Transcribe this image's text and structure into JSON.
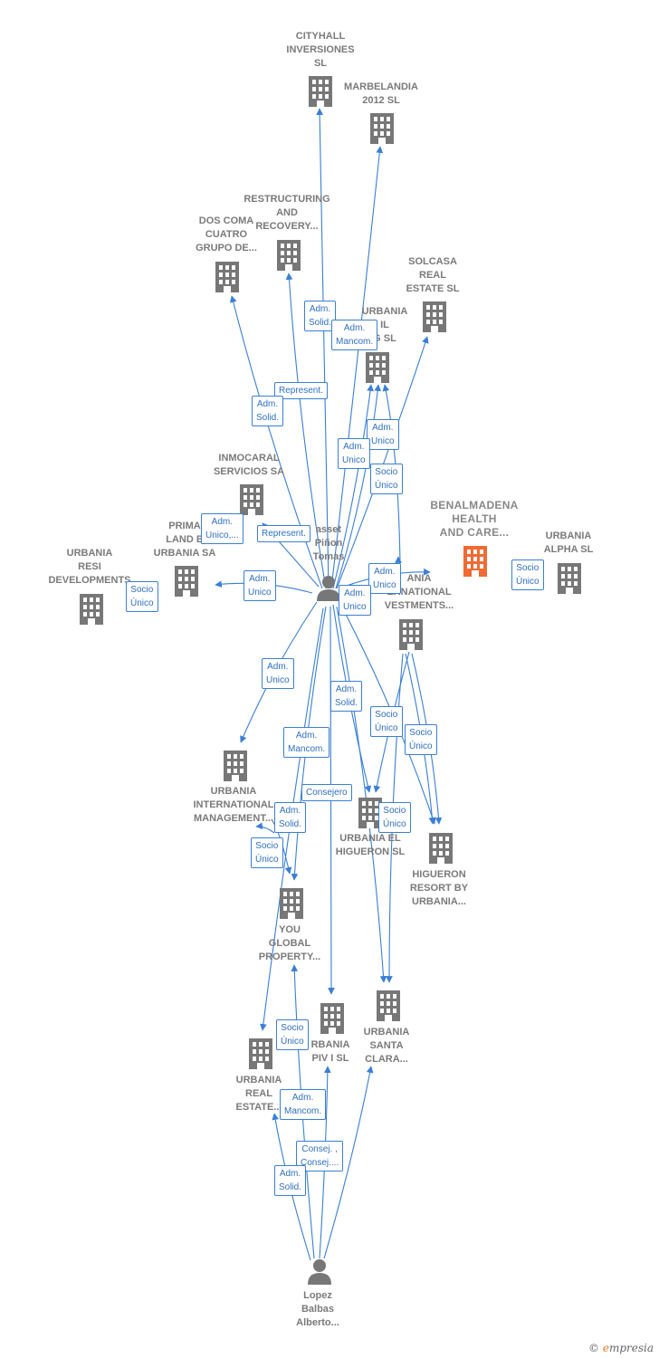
{
  "companies": [
    {
      "id": "cityhall",
      "label": "CITYHALL\nINVERSIONES\nSL"
    },
    {
      "id": "marbelandia",
      "label": "MARBELANDIA\n2012 SL"
    },
    {
      "id": "restructuring",
      "label": "RESTRUCTURING\nAND\nRECOVERY..."
    },
    {
      "id": "doscoma",
      "label": "DOS COMA\nCUATRO\nGRUPO DE..."
    },
    {
      "id": "solcasa",
      "label": "SOLCASA\nREAL\nESTATE  SL"
    },
    {
      "id": "urbaniail",
      "label": "URBANIA\nIL\nG  SL"
    },
    {
      "id": "inmocaral",
      "label": "INMOCARAL\nSERVICIOS SA"
    },
    {
      "id": "benalmadena",
      "label": "BENALMADENA\nHEALTH\nAND CARE..."
    },
    {
      "id": "alpha",
      "label": "URBANIA\nALPHA  SL"
    },
    {
      "id": "primaland",
      "label": "PRIMA\nLAND B\nURBANIA SA"
    },
    {
      "id": "resi",
      "label": "URBANIA\nRESI\nDEVELOPMENTS"
    },
    {
      "id": "intinvest",
      "label": "ANIA\nERNATIONAL\nVESTMENTS..."
    },
    {
      "id": "intmgmt",
      "label": "URBANIA\nINTERNATIONAL\nMANAGEMENT..."
    },
    {
      "id": "higueron",
      "label": "URBANIA EL\nHIGUERON  SL"
    },
    {
      "id": "higresort",
      "label": "HIGUERON\nRESORT BY\nURBANIA..."
    },
    {
      "id": "youglobal",
      "label": "YOU\nGLOBAL\nPROPERTY..."
    },
    {
      "id": "piv",
      "label": "RBANIA\nPIV I  SL"
    },
    {
      "id": "santaclara",
      "label": "URBANIA\nSANTA\nCLARA..."
    },
    {
      "id": "realestate",
      "label": "URBANIA\nREAL\nESTATE..."
    }
  ],
  "persons": [
    {
      "id": "tomas",
      "label": "asset\nPiñon\nTomas"
    },
    {
      "id": "lopez",
      "label": "Lopez\nBalbas\nAlberto..."
    }
  ],
  "edge_labels": [
    {
      "id": "e1",
      "text": "Adm.\nSolid."
    },
    {
      "id": "e2",
      "text": "Adm.\nMancom."
    },
    {
      "id": "e3",
      "text": "Represent."
    },
    {
      "id": "e4",
      "text": "Adm.\nSolid."
    },
    {
      "id": "e5",
      "text": "Adm.\nUnico"
    },
    {
      "id": "e6",
      "text": "Adm.\nUnico"
    },
    {
      "id": "e7",
      "text": "Socio\nÚnico"
    },
    {
      "id": "e8",
      "text": "Adm.\nUnico,..."
    },
    {
      "id": "e9",
      "text": "Represent."
    },
    {
      "id": "e10",
      "text": "Adm.\nUnico"
    },
    {
      "id": "e11",
      "text": "Socio\nÚnico"
    },
    {
      "id": "e12",
      "text": "Adm.\nUnico"
    },
    {
      "id": "e13",
      "text": "Adm.\nUnico"
    },
    {
      "id": "e14",
      "text": "Socio\nÚnico"
    },
    {
      "id": "e15",
      "text": "Adm.\nUnico"
    },
    {
      "id": "e16",
      "text": "Adm.\nSolid."
    },
    {
      "id": "e17",
      "text": "Socio\nÚnico"
    },
    {
      "id": "e18",
      "text": "Socio\nÚnico"
    },
    {
      "id": "e19",
      "text": "Adm.\nMancom."
    },
    {
      "id": "e20",
      "text": "Consejero"
    },
    {
      "id": "e21",
      "text": "Adm.\nSolid."
    },
    {
      "id": "e22",
      "text": "Socio\nÚnico"
    },
    {
      "id": "e23",
      "text": "Socio\nÚnico"
    },
    {
      "id": "e24",
      "text": "Socio\nÚnico"
    },
    {
      "id": "e25",
      "text": "Adm.\nMancom."
    },
    {
      "id": "e26",
      "text": "Consej. ,\nConsej...."
    },
    {
      "id": "e27",
      "text": "Adm.\nSolid."
    }
  ],
  "colors": {
    "edge": "#3a7fd6",
    "node": "#777777",
    "focus": "#f06a35"
  },
  "footer": {
    "copyright": "©",
    "brand": "e",
    "rest": "mpresia"
  }
}
